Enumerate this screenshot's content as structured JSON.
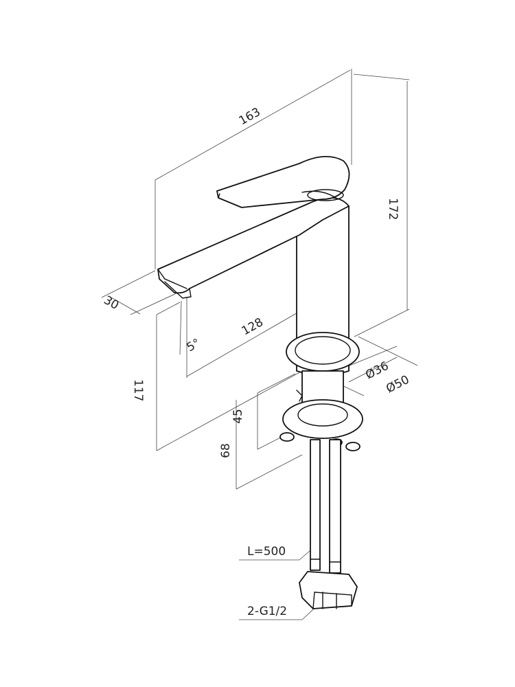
{
  "dimensions": {
    "overall_length": "163",
    "spout_height": "172",
    "spout_width": "30",
    "spout_reach": "128",
    "angle": "5°",
    "outlet_height": "117",
    "base_inner_diameter": "Ø36",
    "base_outer_diameter": "Ø50",
    "mount_depth": "45",
    "mount_total": "68",
    "hose_length": "L=500",
    "connector": "2-G1/2"
  }
}
